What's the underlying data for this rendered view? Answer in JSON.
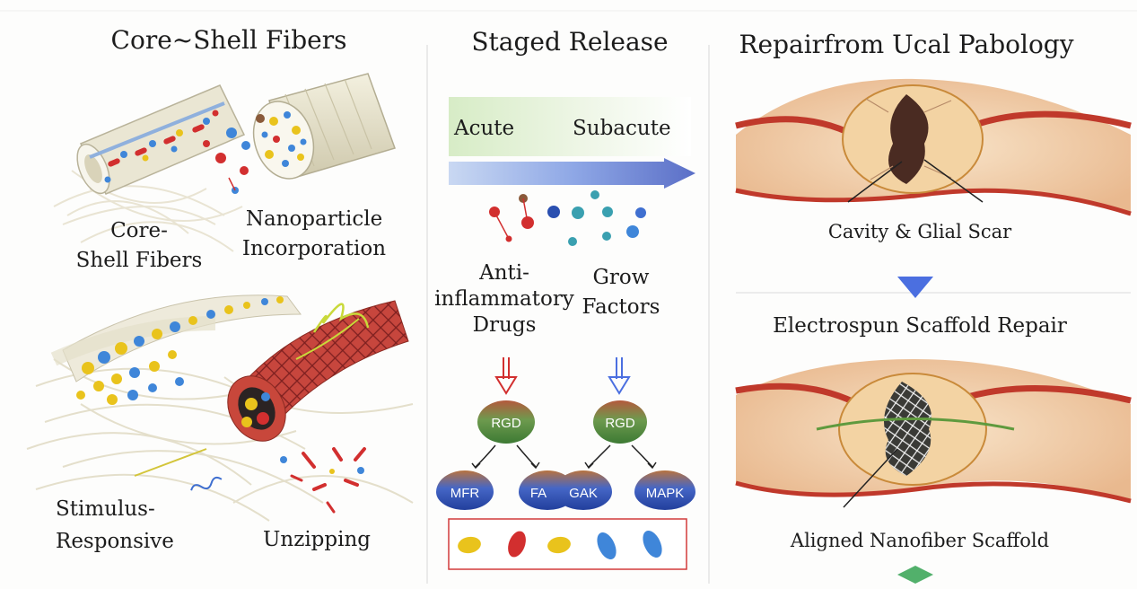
{
  "panels": {
    "fibers": {
      "title": "Core~Shell Fibers",
      "labels": {
        "core_shell": "Core-\nShell Fibers",
        "nanoparticle": "Nanoparticle\nIncorporation",
        "stimulus": "Stimulus-\nResponsive",
        "unzipping": "Unzipping"
      }
    },
    "release": {
      "title": "Staged Release",
      "phases": [
        "Acute",
        "Subacute"
      ],
      "drug_groups": [
        "Anti-\ninflammatory\nDrugs",
        "Grow\nFactors"
      ],
      "ligands": [
        "RGD",
        "RGD"
      ],
      "pathways": [
        "MFR",
        "FA",
        "GAK",
        "MAPK"
      ]
    },
    "repair": {
      "title": "Repairfrom Ucal Pabology",
      "before_caption": "Cavity & Glial Scar",
      "subtitle": "Electrospun Scaffold Repair",
      "after_caption": "Aligned Nanofiber Scaffold"
    }
  },
  "colors": {
    "background": "#fdfdfc",
    "tissue_pink": "#f4d6bd",
    "vessel_red": "#c0392b",
    "capsule_yellow": "#e9c31c",
    "capsule_red": "#d22f2f",
    "capsule_blue": "#3f86d9",
    "pill_green": "#4f8a3e",
    "pill_blue": "#2a4fb0",
    "arrow_blue": "#4b6fe0",
    "arrow_green": "#52b06b"
  }
}
